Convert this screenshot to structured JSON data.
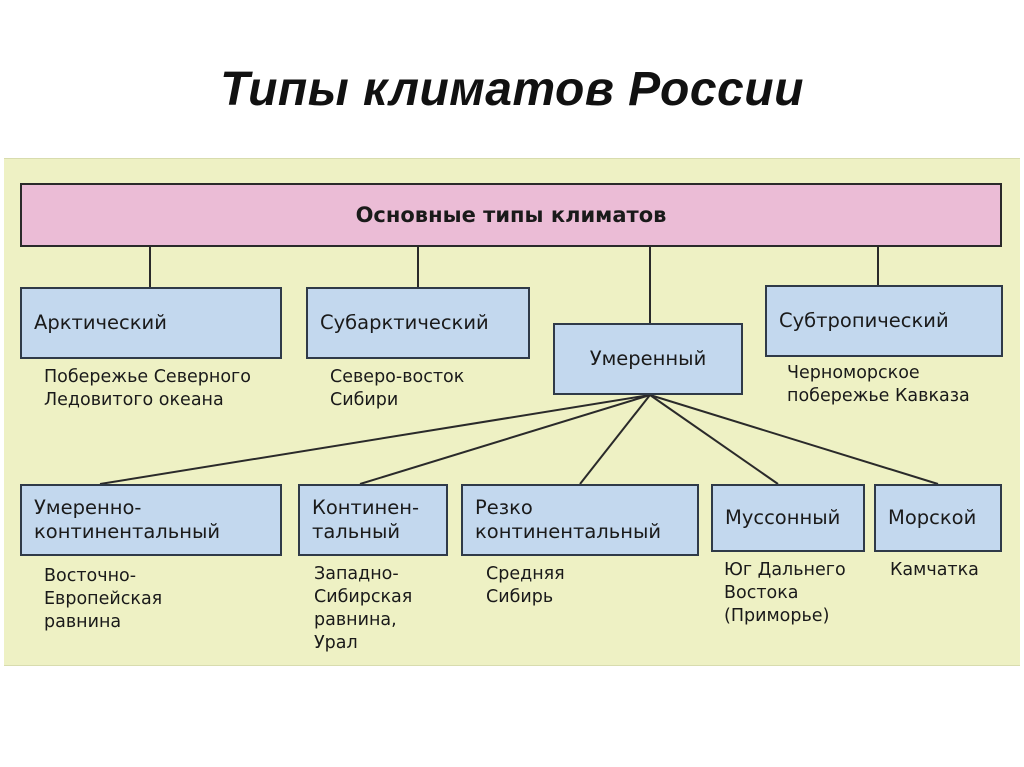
{
  "title": "Типы климатов России",
  "diagram": {
    "root": "Основные типы климатов",
    "top_level": [
      {
        "name": "Арктический",
        "region": "Побережье Северного\nЛедовитого океана"
      },
      {
        "name": "Субарктический",
        "region": "Северо-восток\nСибири"
      },
      {
        "name": "Умеренный",
        "region": ""
      },
      {
        "name": "Субтропический",
        "region": "Черноморское\nпобережье Кавказа"
      }
    ],
    "temperate_subtypes": [
      {
        "name": "Умеренно-\nконтинентальный",
        "region": "Восточно-\nЕвропейская\nравнина"
      },
      {
        "name": "Континен-\nтальный",
        "region": "Западно-\nСибирская\nравнина,\nУрал"
      },
      {
        "name": "Резко\nконтинентальный",
        "region": "Средняя\nСибирь"
      },
      {
        "name": "Муссонный",
        "region": "Юг Дальнего\nВостока\n(Приморье)"
      },
      {
        "name": "Морской",
        "region": "Камчатка"
      }
    ]
  },
  "colors": {
    "background": "#eef1c4",
    "root_fill": "#ebbcd6",
    "type_fill": "#c3d8ee",
    "line": "#2a2a2a"
  }
}
